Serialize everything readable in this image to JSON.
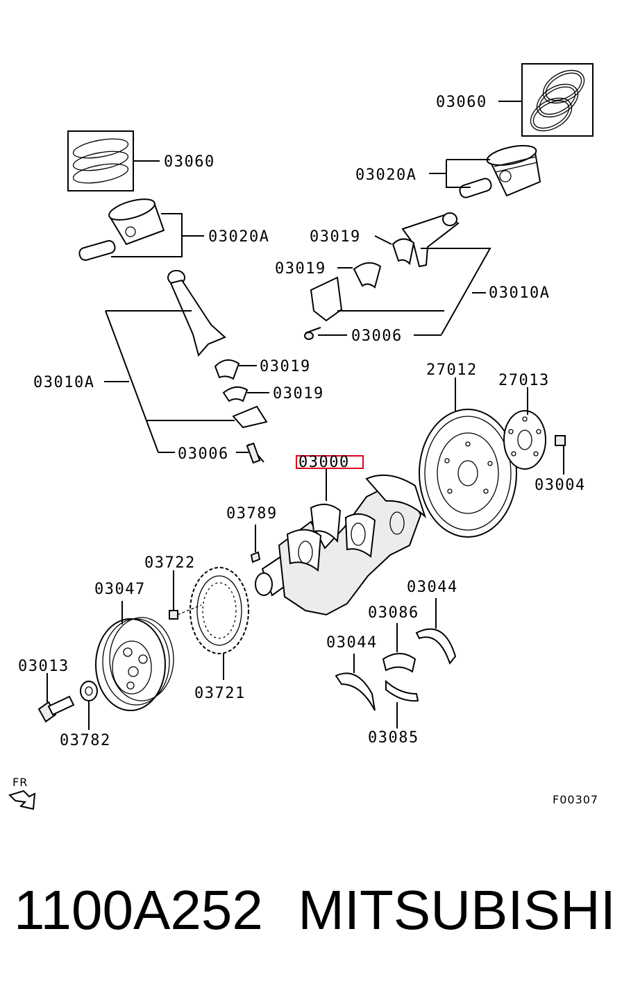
{
  "diagram": {
    "labels": {
      "rings_right": "03060",
      "piston_right": "03020A",
      "bearing_upper_right_1": "03019",
      "bearing_upper_right_2": "03019",
      "rod_right": "03010A",
      "bolt_right": "03006",
      "rings_left": "03060",
      "piston_left": "03020A",
      "bearing_left_1": "03019",
      "bearing_left_2": "03019",
      "rod_left": "03010A",
      "bolt_left": "03006",
      "flywheel": "27012",
      "flywheel_plate": "27013",
      "flywheel_bolt": "03004",
      "crankshaft": "03000",
      "key": "03789",
      "sprocket_screw": "03722",
      "pulley": "03047",
      "thrust_upper": "03044",
      "main_bearing_upper": "03086",
      "thrust_lower": "03044",
      "main_bearing_lower": "03085",
      "sprocket": "03721",
      "pulley_bolt": "03013",
      "washer": "03782"
    },
    "front_indicator": "FR",
    "figure_code": "F00307",
    "highlight_color": "#e0001b"
  },
  "caption": {
    "part_number": "1100A252",
    "brand": "MITSUBISHI"
  }
}
